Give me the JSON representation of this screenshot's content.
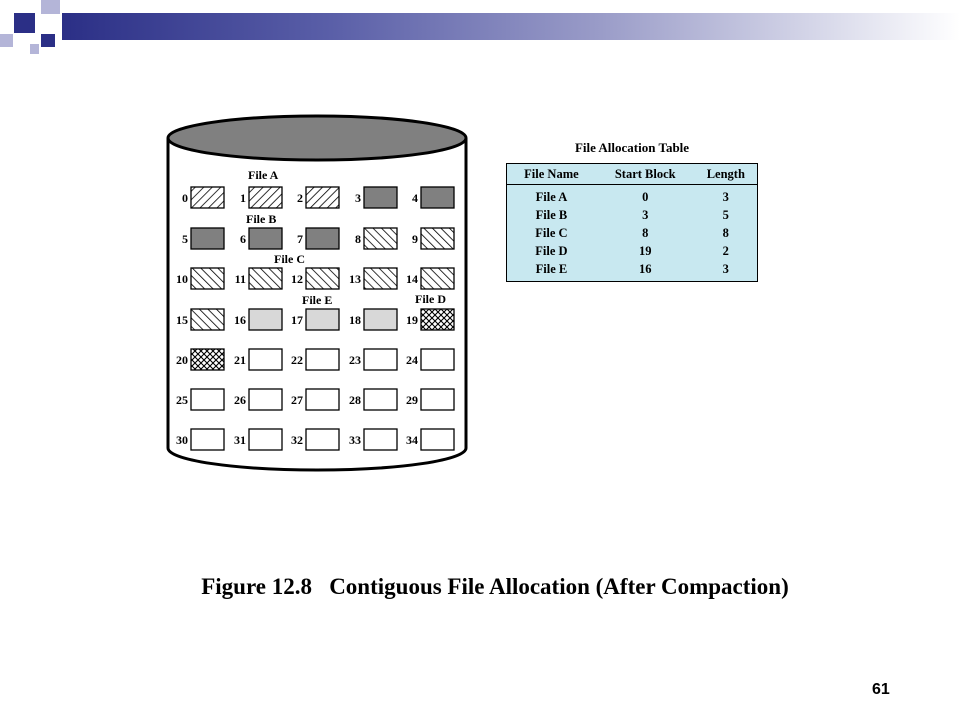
{
  "slide": {
    "caption": "Figure 12.8   Contiguous File Allocation (After Compaction)",
    "page_number": "61",
    "accent_colors": {
      "navy": "#2b2f86",
      "lavender": "#9a9cc8",
      "table_fill": "#c8e8f0"
    }
  },
  "disk": {
    "block_numbers": [
      "0",
      "1",
      "2",
      "3",
      "4",
      "5",
      "6",
      "7",
      "8",
      "9",
      "10",
      "11",
      "12",
      "13",
      "14",
      "15",
      "16",
      "17",
      "18",
      "19",
      "20",
      "21",
      "22",
      "23",
      "24",
      "25",
      "26",
      "27",
      "28",
      "29",
      "30",
      "31",
      "32",
      "33",
      "34"
    ],
    "block_fill": [
      "diag-b",
      "diag-b",
      "diag-b",
      "gray",
      "gray",
      "gray",
      "gray",
      "gray",
      "diag-f",
      "diag-f",
      "diag-f",
      "diag-f",
      "diag-f",
      "diag-f",
      "diag-f",
      "diag-f",
      "light",
      "light",
      "light",
      "cross",
      "cross",
      "empty",
      "empty",
      "empty",
      "empty",
      "empty",
      "empty",
      "empty",
      "empty",
      "empty",
      "empty",
      "empty",
      "empty",
      "empty",
      "empty"
    ],
    "file_labels": [
      "File A",
      "File B",
      "File C",
      "File E",
      "File D"
    ]
  },
  "fat": {
    "title": "File Allocation Table",
    "headers": [
      "File Name",
      "Start Block",
      "Length"
    ],
    "rows": [
      [
        "File A",
        "0",
        "3"
      ],
      [
        "File B",
        "3",
        "5"
      ],
      [
        "File C",
        "8",
        "8"
      ],
      [
        "File D",
        "19",
        "2"
      ],
      [
        "File E",
        "16",
        "3"
      ]
    ]
  }
}
